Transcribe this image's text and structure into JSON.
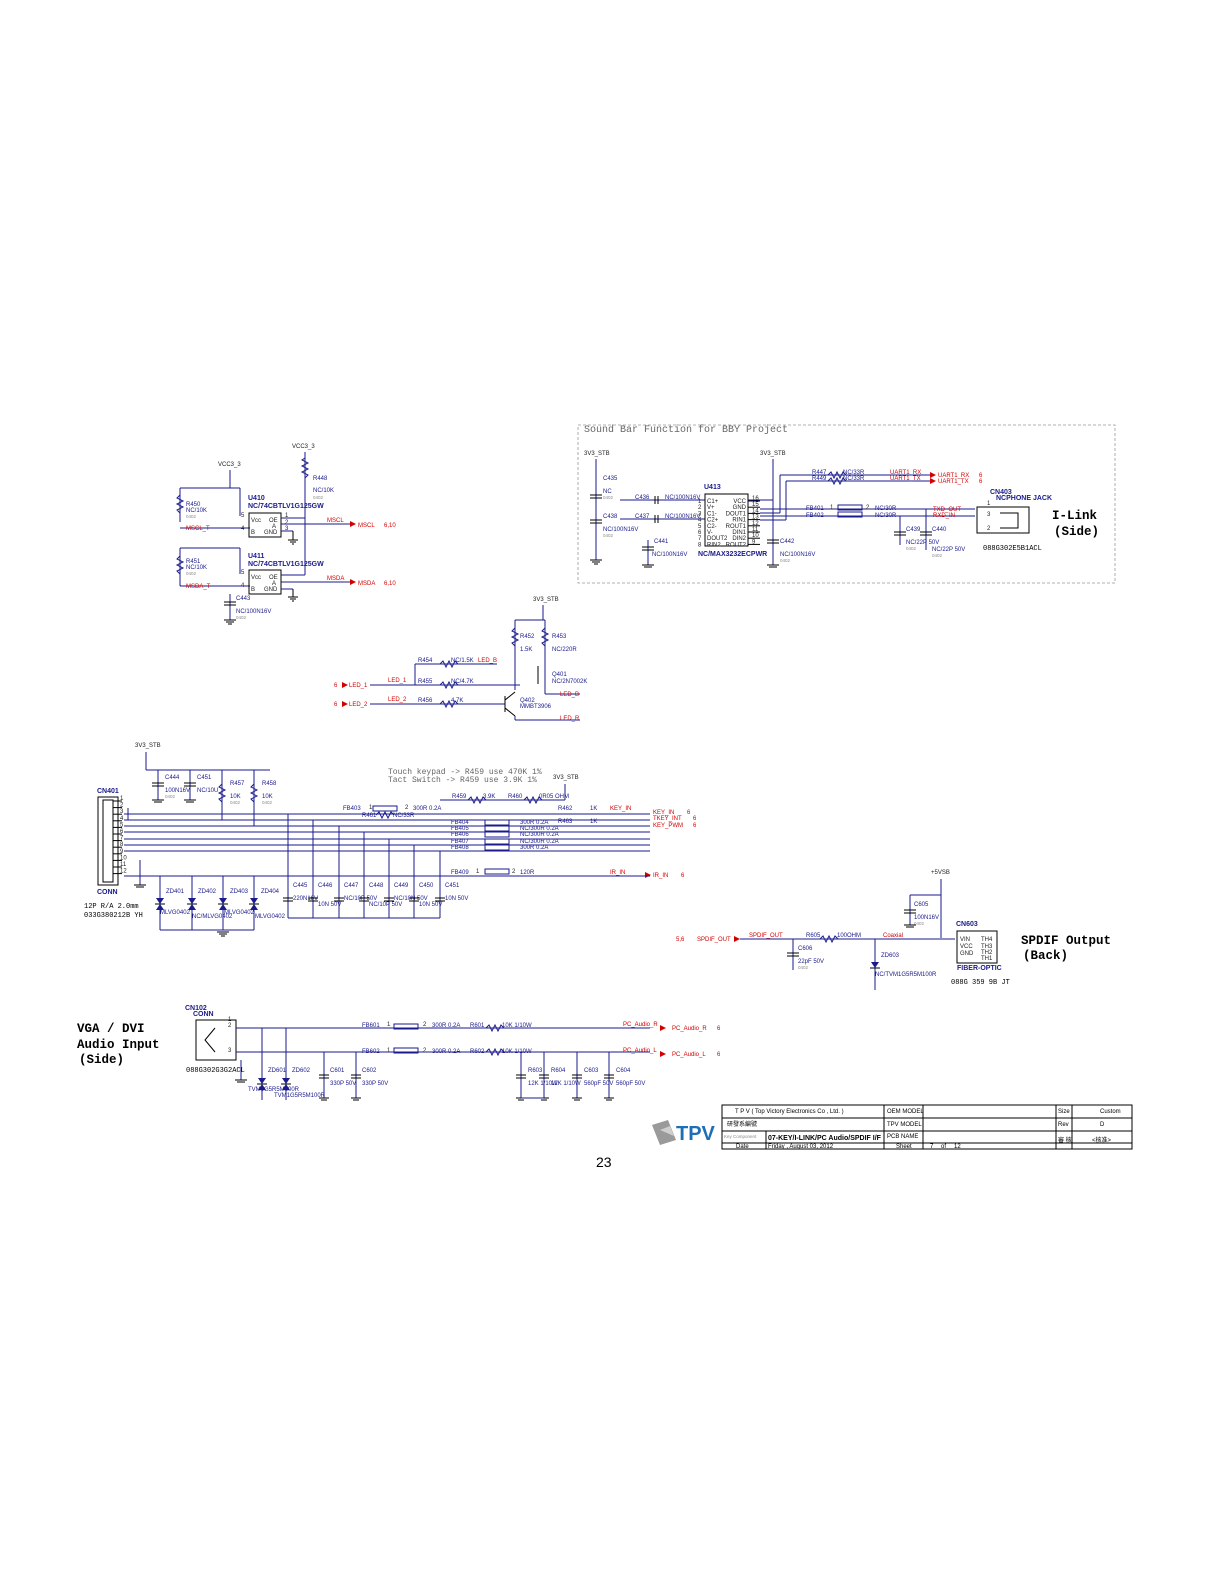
{
  "labels": {
    "vcc3_3": "VCC3_3",
    "v3v3_stb": "3V3_STB",
    "v5vsb": "+5VSB",
    "nc_10k": "NC/10K",
    "pkg0402": "0402",
    "nc_100n16v": "NC/100N16V",
    "u410": "U410",
    "u411": "U411",
    "buf_part": "NC/74CBTLV1G125GW",
    "r448": "R448",
    "r450": "R450",
    "r451": "R451",
    "c443": "C443",
    "mscl_t": "MSCL_T",
    "msda_t": "MSDA_T",
    "mscl": "MSCL",
    "msda": "MSDA",
    "ref_610": "6,10",
    "pin_vcc": "Vcc",
    "pin_oe": "OE",
    "pin_a": "A",
    "pin_b": "B",
    "pin_gnd": "GND",
    "p1": "1",
    "p2": "2",
    "p3": "3",
    "p4": "4",
    "p5": "5",
    "p6": "6",
    "p7": "7",
    "r452": "R452",
    "r453": "R453",
    "r454": "R454",
    "r455": "R455",
    "r456": "R456",
    "v15k": "1.5K",
    "nc_220r": "NC/220R",
    "nc_15k": "NC/1.5K",
    "nc_47k": "NC/4.7K",
    "v47k": "4.7K",
    "q401": "Q401",
    "q401_part": "NC/2N7002K",
    "q402": "Q402",
    "q402_part": "MMBT3906",
    "led_1": "LED_1",
    "led_2": "LED_2",
    "led_b": "LED_B",
    "led_r": "LED_R",
    "ref_6": "6",
    "cn401": "CN401",
    "conn": "CONN",
    "cn401_desc": "12P R/A 2.0mm",
    "cn401_pn": "033G380212B YH",
    "c444": "C444",
    "c451x": "C451",
    "v100n16v": "100N16V",
    "nc_10u": "NC/10U",
    "r457": "R457",
    "r458": "R458",
    "v10k": "10K",
    "touch_note1": "Touch keypad -> R459 use 470K 1%",
    "touch_note2": "Tact Switch  -> R459 use 3.9K 1%",
    "r459": "R459",
    "r460": "R460",
    "r461": "R461",
    "r462": "R462",
    "r463": "R463",
    "v39k": "3.9K",
    "v0r05": "0R05 OHM",
    "v1k": "1K",
    "nc_33r": "NC/33R",
    "fb403": "FB403",
    "fb404": "FB404",
    "fb405": "FB405",
    "fb406": "FB406",
    "fb407": "FB407",
    "fb408": "FB408",
    "fb409": "FB409",
    "v300r02a": "300R 0.2A",
    "nc_300r02a": "NC/300R 0.2A",
    "v120r": "120R",
    "key_in": "KEY_IN",
    "tkey_int": "TKEY_INT",
    "key_pwm": "KEY_PWM",
    "ir_in": "IR_IN",
    "zd401": "ZD401",
    "zd402": "ZD402",
    "zd403": "ZD403",
    "zd404": "ZD404",
    "mlvg0402": "MLVG0402",
    "nc_mlvg0402": "NC/MLVG0402",
    "c445": "C445",
    "c446": "C446",
    "c447": "C447",
    "c448": "C448",
    "c449": "C449",
    "c450": "C450",
    "c451": "C451",
    "v220n16v": "220N16V",
    "v10n50v": "10N 50V",
    "nc_10p50v": "NC/10P 50V",
    "nc_10n50v": "NC/10N 50V",
    "sound_bar": "Sound Bar Function for BBY Project",
    "u413": "U413",
    "u413_part": "NC/MAX3232ECPWR",
    "c435": "C435",
    "c436": "C436",
    "c437": "C437",
    "c438": "C438",
    "c439": "C439",
    "c440": "C440",
    "c441": "C441",
    "c442": "C442",
    "nc": "NC",
    "nc_100n16v_b": "NC/100N16V",
    "r447": "R447",
    "r449": "R449",
    "uart_rx": "UART1_RX",
    "uart_tx": "UART1_TX",
    "fb401": "FB401",
    "fb402": "FB402",
    "nc_30r": "NC/30R",
    "txd_out": "TXD_OUT",
    "rxd_in": "RXD_IN",
    "nc_22p50v": "NC/22P 50V",
    "cn403": "CN403",
    "cn403_part": "NCPHONE JACK",
    "cn403_pn": "088G302E5B1ACL",
    "ilink_1": "I-Link",
    "ilink_2": "(Side)",
    "u413_pins": [
      "C1+",
      "V+",
      "C1-",
      "C2+",
      "C2-",
      "V-",
      "DOUT2",
      "RIN2"
    ],
    "u413_pins_r": [
      "VCC",
      "GND",
      "DOUT1",
      "RIN1",
      "ROUT1",
      "DIN1",
      "DIN2",
      "ROUT2"
    ],
    "u413_nums_r": [
      "16",
      "15",
      "14",
      "13",
      "12",
      "11",
      "10",
      "9"
    ],
    "u413_nums_l": [
      "1",
      "2",
      "3",
      "4",
      "5",
      "6",
      "7",
      "8"
    ],
    "spdif_out": "SPDIF_OUT",
    "ref_56": "5,6",
    "r605": "R605",
    "v100ohm": "100OHM",
    "coaxial": "Coaxial",
    "c605": "C605",
    "c606": "C606",
    "v22p50v": "22pF 50V",
    "zd603": "ZD603",
    "zd603_part": "NC/TVM1G5R5M100R",
    "cn603": "CN603",
    "fiber_optic": "FIBER-OPTIC",
    "cn603_pn": "088G 359 9B JT",
    "vin": "VIN",
    "vcc": "VCC",
    "gnd": "GND",
    "th4": "TH4",
    "th3": "TH3",
    "th2": "TH2",
    "th1": "TH1",
    "spdif_t1": "SPDIF Output",
    "spdif_t2": "(Back)",
    "cn102": "CN102",
    "cn102_pn": "088G302G3G2ACL",
    "vga_1": "VGA / DVI",
    "vga_2": "Audio Input",
    "vga_3": "(Side)",
    "fb601": "FB601",
    "fb602": "FB602",
    "r601": "R601",
    "r602": "R602",
    "r603": "R603",
    "r604": "R604",
    "v10k_110w": "10K 1/10W",
    "v12k_110w": "12K 1/10W",
    "pc_audio_r": "PC_Audio_R",
    "pc_audio_l": "PC_Audio_L",
    "zd601": "ZD601",
    "zd602": "ZD602",
    "tvm": "TVM1G5R5M100R",
    "c601": "C601",
    "c602": "C602",
    "c603": "C603",
    "c604": "C604",
    "v330p50v": "330P 50V",
    "v560p50v": "560pF 50V",
    "page_no": "23"
  },
  "title_block": {
    "company": "T P V  ( Top   Victory   Electronics   Co ,   Ltd. )",
    "oem_model": "OEM MODEL",
    "tpv_model": "TPV MODEL",
    "pcb_name": "PCB NAME",
    "key_component": "Key Component",
    "sheet_title": "07-KEY/I-LINK/PC Audio/SPDIF I/F",
    "date_label": "Date",
    "date_value": "Friday , August 03, 2012",
    "sheet_label": "Sheet",
    "sheet_value": "7",
    "of_label": "of",
    "sheet_total": "12",
    "size_label": "Size",
    "size_value": "Custom",
    "rev_label": "Rev",
    "rev_value": "D",
    "logo": "TPV",
    "cn_label1": "研發系編號",
    "cn_label2": "審 核",
    "cn_value": "<核准>"
  }
}
